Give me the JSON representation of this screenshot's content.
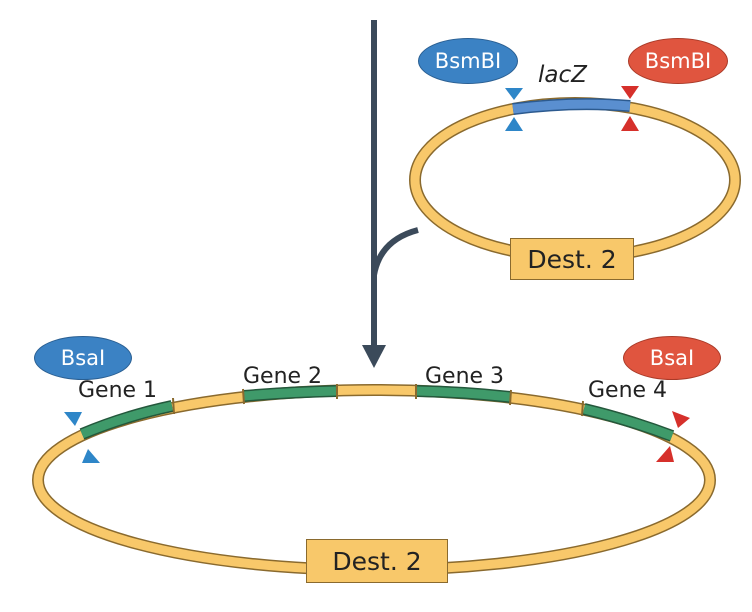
{
  "top_plasmid": {
    "enzyme_left": "BsmBI",
    "enzyme_right": "BsmBI",
    "insert_label": "lacZ",
    "backbone_label": "Dest. 2"
  },
  "bottom_plasmid": {
    "enzyme_left": "BsaI",
    "enzyme_right": "BsaI",
    "genes": [
      "Gene 1",
      "Gene 2",
      "Gene 3",
      "Gene 4"
    ],
    "backbone_label": "Dest. 2"
  },
  "colors": {
    "backbone": "#f8c86a",
    "backbone_outline": "#8a6a2e",
    "gene": "#3f9a6a",
    "lacz": "#5a8fd0",
    "site_blue": "#2e86c8",
    "site_red": "#d6302b",
    "arrow": "#3b4a5a"
  }
}
